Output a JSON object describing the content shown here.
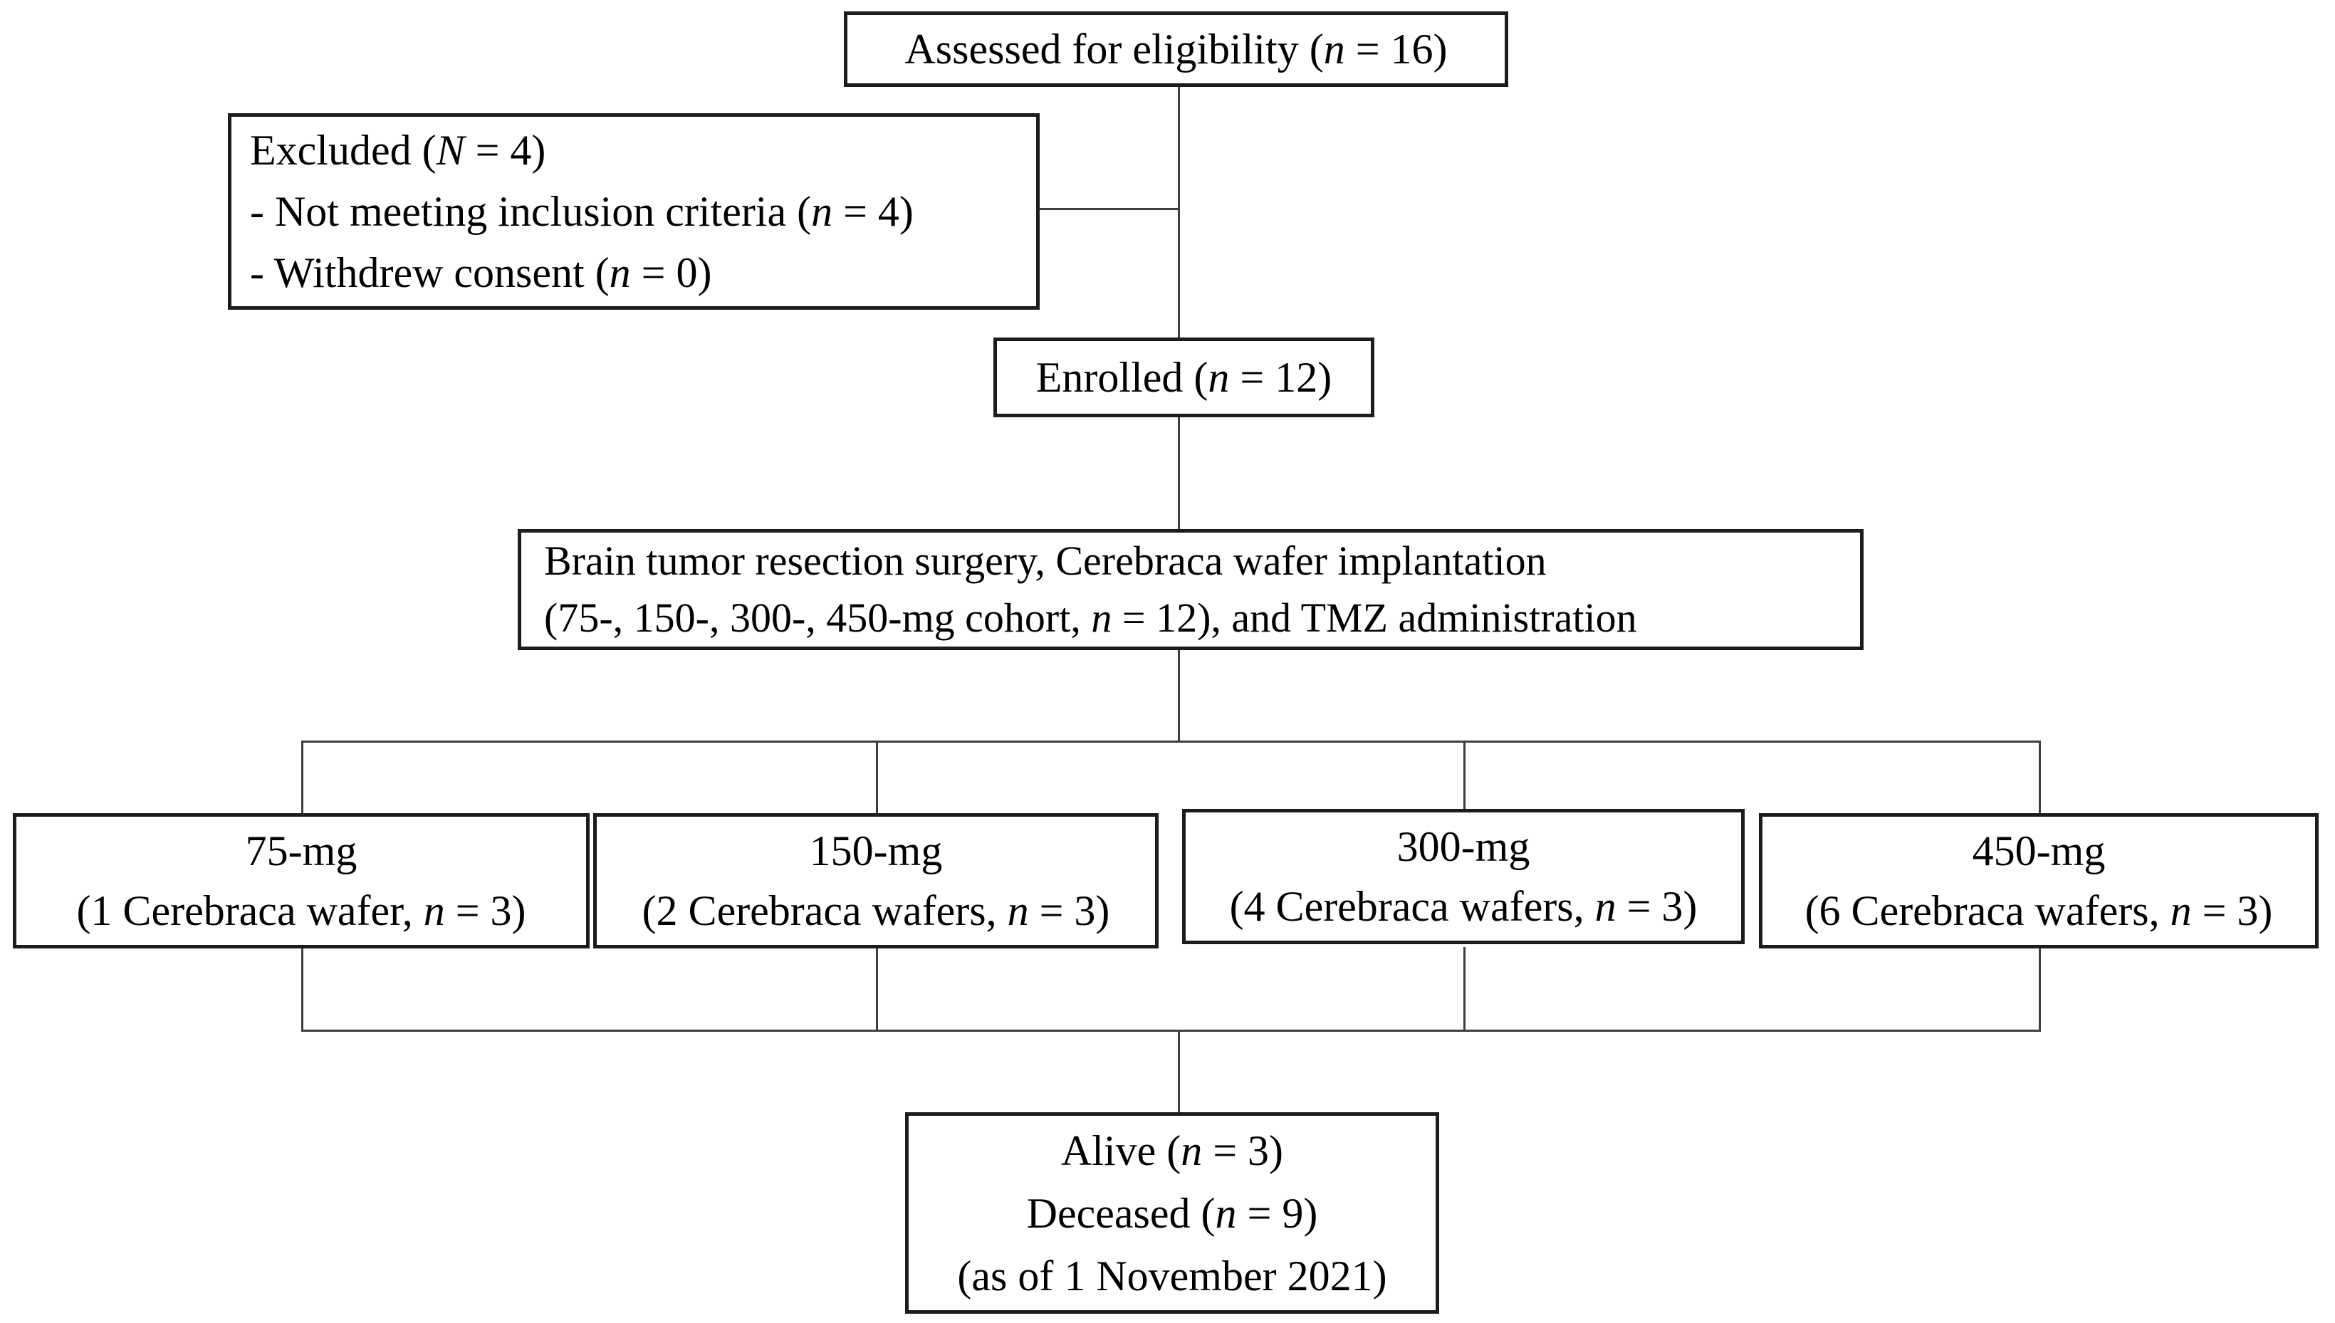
{
  "diagram": {
    "type": "flowchart",
    "nodes": {
      "assessed": {
        "text": "Assessed for eligibility (*n* = 16)"
      },
      "excluded": {
        "lines": [
          "Excluded (*N* = 4)",
          "- Not meeting inclusion criteria (*n* = 4)",
          "- Withdrew consent (*n* = 0)"
        ]
      },
      "enrolled": {
        "text": "Enrolled (*n* = 12)"
      },
      "surgery": {
        "lines": [
          "Brain tumor resection surgery, Cerebraca wafer implantation",
          "(75-, 150-, 300-, 450-mg cohort, *n* = 12), and TMZ administration"
        ]
      },
      "cohorts": [
        {
          "dose": "75-mg",
          "detail": "(1 Cerebraca wafer, *n* = 3)"
        },
        {
          "dose": "150-mg",
          "detail": "(2 Cerebraca wafers, *n* = 3)"
        },
        {
          "dose": "300-mg",
          "detail": "(4 Cerebraca wafers, *n* = 3)"
        },
        {
          "dose": "450-mg",
          "detail": "(6 Cerebraca wafers, *n* = 3)"
        }
      ],
      "outcome": {
        "lines": [
          "Alive (*n* = 3)",
          "Deceased (*n* = 9)",
          "(as of 1 November 2021)"
        ]
      }
    },
    "colors": {
      "background": "#ffffff",
      "box_border": "#1c1c1c",
      "connector": "#3d3d3d",
      "text": "#000000"
    }
  }
}
